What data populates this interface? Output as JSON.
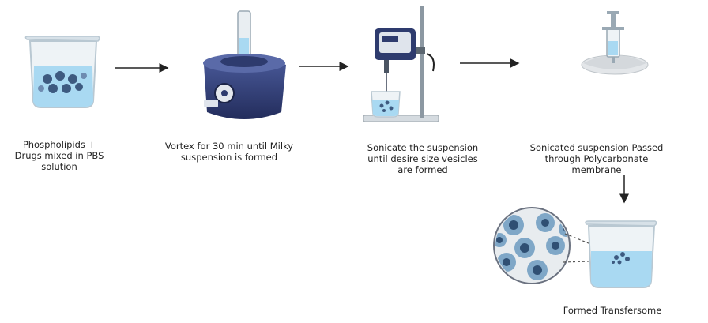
{
  "steps": [
    {
      "label": "Phospholipids +\nDrugs mixed in PBS\nsolution"
    },
    {
      "label": "Vortex for 30 min until Milky\nsuspension is formed"
    },
    {
      "label": "Sonicate the suspension\nuntil desire size vesicles\nare formed"
    },
    {
      "label": "Sonicated suspension Passed\nthrough Polycarbonate\nmembrane"
    },
    {
      "label": "Formed Transfersome"
    }
  ],
  "colors": {
    "liquid": "#a9d9f2",
    "glass": "#c9d6de",
    "vesicle": "#3d5a80",
    "device": "#2e3b6e",
    "arrow": "#222222"
  },
  "icons": [
    "beaker-icon",
    "vortex-mixer-icon",
    "sonicator-icon",
    "syringe-filter-icon",
    "vesicle-magnifier-icon"
  ]
}
